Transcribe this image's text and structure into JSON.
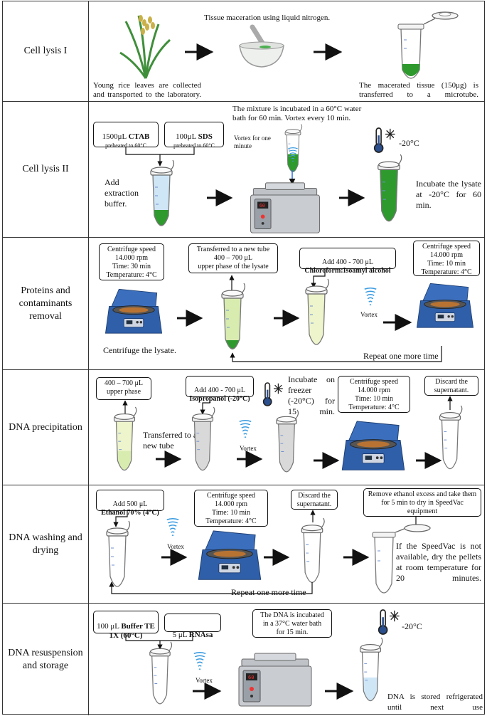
{
  "rows": [
    {
      "label": "Cell lysis I",
      "texts": {
        "leaves": "Young rice leaves are collected and transported to the laboratory.",
        "maceration": "Tissue maceration using liquid nitrogen.",
        "transfer": "The macerated tissue (150μg) is transferred to a microtube."
      }
    },
    {
      "label": "Cell lysis II",
      "boxes": {
        "ctab_amount": "1500μL ",
        "ctab_name": "CTAB",
        "ctab_note": "preheated to 60°C",
        "sds_amount": "100μL ",
        "sds_name": "SDS",
        "sds_note": "preheated to 60°C"
      },
      "texts": {
        "add_buffer": "Add extraction buffer.",
        "incubate_bath": "The mixture is incubated in a 60°C water bath for 60 min. Vortex every 10 min.",
        "vortex_minute": "Vortex for one minute",
        "temp": "-20°C",
        "incubate_lysate": "Incubate the lysate at -20°C for 60 min."
      }
    },
    {
      "label": "Proteins and contaminants removal",
      "boxes": {
        "centrifuge1": "Centrifuge speed\n14.000 rpm\nTime: 30 min\nTemperature: 4°C",
        "transfer_new": "Transferred to a new tube\n400 – 700 μL\nupper phase of the lysate",
        "chloro_amount": "Add 400 - 700 μL",
        "chloro_name": "Chloroform:Isoamyl alcohol",
        "centrifuge2": "Centrifuge speed\n14.000 rpm\nTime: 10 min\nTemperature: 4°C"
      },
      "texts": {
        "centrifuge_lysate": "Centrifuge the lysate.",
        "vortex": "Vortex",
        "repeat": "Repeat one more time"
      }
    },
    {
      "label": "DNA precipitation",
      "boxes": {
        "upper_phase": "400 – 700 μL\nupper phase",
        "iso_amount": "Add 400 - 700 μL",
        "iso_name": "Isopropanol (-20°C)",
        "centrifuge": "Centrifuge speed\n14.000 rpm\nTime: 10 min\nTemperature: 4°C",
        "discard": "Discard the\nsupernatant."
      },
      "texts": {
        "transferred": "Transferred to a new tube",
        "vortex": "Vortex",
        "incubate_freezer": "Incubate on freezer (-20°C) for 15 min."
      }
    },
    {
      "label": "DNA washing and drying",
      "boxes": {
        "eth_amount": "Add 500 μL",
        "eth_name": "Ethanol 70% (4°C)",
        "centrifuge": "Centrifuge speed\n14.000 rpm\nTime: 10 min\nTemperature: 4°C",
        "discard": "Discard the\nsupernatant.",
        "remove_ethanol": "Remove ethanol excess and take them for 5 min to dry in SpeedVac equipment"
      },
      "texts": {
        "vortex": "Vortex",
        "repeat": "Repeat one more time",
        "speedvac_note": "If the SpeedVac is not available, dry the pellets at room temperature for 20 minutes."
      }
    },
    {
      "label": "DNA resuspension and storage",
      "boxes": {
        "buffer_amount": "100 μL ",
        "buffer_name": "Buffer TE 1X (60°C)",
        "rnase_amount": "5 μL ",
        "rnase_name": "RNAsa",
        "incubate_bath": "The DNA is incubated\nin a 37°C water bath\nfor 15 min."
      },
      "texts": {
        "vortex": "Vortex",
        "temp": "-20°C",
        "stored": "DNA is stored refrigerated until next use"
      }
    }
  ],
  "colors": {
    "border": "#333333",
    "lysate_green": "#2e9a2e",
    "light_green": "#d8ecb0",
    "pale_yellow": "#eef5cc",
    "grey_liquid": "#d9d9d9",
    "vortex_blue": "#3a9be0",
    "ice_blue": "#cfe6f6",
    "centrifuge_blue": "#2f5fa8",
    "plant_green": "#3f8f3a"
  },
  "icons": [
    "rice-plant-icon",
    "mortar-pestle-icon",
    "microtube-icon",
    "vortex-icon",
    "water-bath-icon",
    "thermometer-snowflake-icon",
    "centrifuge-icon",
    "arrow-icon"
  ]
}
